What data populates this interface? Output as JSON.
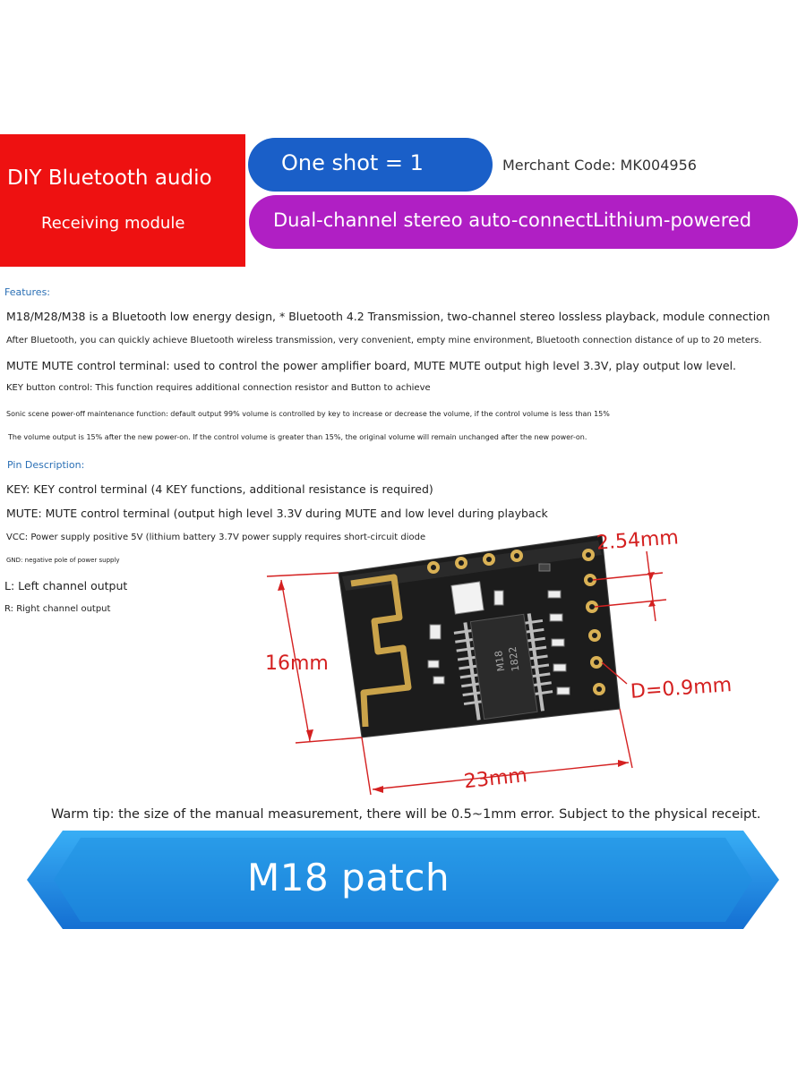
{
  "header": {
    "red_title": "DIY Bluetooth audio",
    "red_subtitle": "Receiving module",
    "blue_pill": "One shot = 1",
    "merchant_code": "Merchant Code: MK004956",
    "purple_pill": "Dual-channel stereo auto-connectLithium-powered"
  },
  "features": {
    "heading": "Features:",
    "lines": [
      "M18/M28/M38 is a Bluetooth low energy design, * Bluetooth 4.2 Transmission, two-channel stereo lossless playback, module connection",
      "After Bluetooth, you can quickly achieve Bluetooth wireless transmission, very convenient, empty mine environment, Bluetooth connection distance of up to 20 meters.",
      "MUTE MUTE control terminal: used to control the power amplifier board, MUTE MUTE output high level 3.3V, play output low level.",
      "KEY button control: This function requires additional connection resistor and Button to achieve",
      "Sonic scene power-off maintenance function: default output 99% volume is controlled by key to increase or decrease the volume, if the control volume is less than 15%",
      "The volume output is 15% after the new power-on. If the control volume is greater than 15%, the original volume will remain unchanged after the new power-on."
    ]
  },
  "pins": {
    "heading": "Pin Description:",
    "lines": [
      "KEY: KEY control terminal (4 KEY functions, additional resistance is required)",
      "MUTE: MUTE control terminal (output high level 3.3V during MUTE and low level during playback",
      "VCC: Power supply positive 5V (lithium battery 3.7V power supply requires short-circuit diode",
      "GND: negative pole of power supply",
      "L: Left channel output",
      "R: Right channel output"
    ]
  },
  "diagram": {
    "pitch": "2.54mm",
    "height": "16mm",
    "width": "23mm",
    "hole": "D=0.9mm",
    "chip_line1": "M18",
    "chip_line2": "1822"
  },
  "warm_tip": "Warm tip: the size of the manual measurement, there will be 0.5~1mm error. Subject to the physical receipt.",
  "banner_text": "M18 patch",
  "colors": {
    "red": "#ee1111",
    "blue_pill": "#1a5fc8",
    "purple_pill": "#b01fc4",
    "dimension_red": "#d42020",
    "banner_blue": "#1f8fe0"
  }
}
